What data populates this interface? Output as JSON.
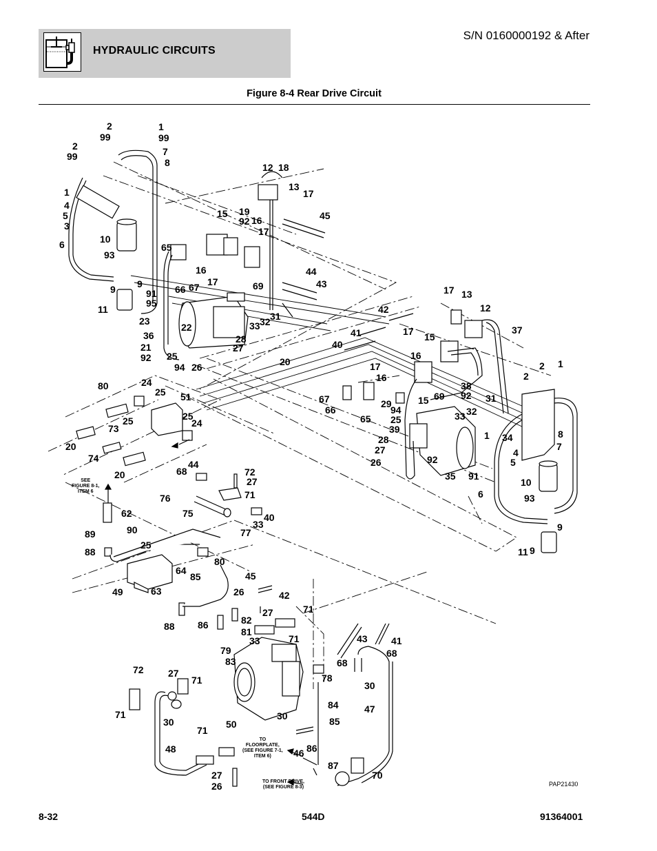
{
  "header": {
    "section_title": "HYDRAULIC CIRCUITS",
    "section_icon": "hydraulic-reservoir-pump-icon",
    "serial_note": "S/N 0160000192 & After",
    "band_color": "#cccccc"
  },
  "figure": {
    "title": "Figure 8-4 Rear Drive Circuit",
    "reference_code": "PAP21430"
  },
  "notes": {
    "see_fig_8_1": [
      "SEE",
      "FIGURE 8-1,",
      "ITEM 6"
    ],
    "to_floorplate": [
      "TO",
      "FLOORPLATE,",
      "(SEE FIGURE 7-1,",
      "ITEM 6)"
    ],
    "to_front_drive": [
      "TO FRONT DRIVE,",
      "(SEE FIGURE 8-3)"
    ]
  },
  "callouts": [
    {
      "label": "2",
      "group": "left-filter"
    },
    {
      "label": "99",
      "group": "left-filter"
    },
    {
      "label": "1",
      "group": "left-filter"
    },
    {
      "label": "99",
      "group": "left-filter"
    },
    {
      "label": "2",
      "group": "left-filter"
    },
    {
      "label": "99",
      "group": "left-filter"
    },
    {
      "label": "7",
      "group": "left-filter"
    },
    {
      "label": "8",
      "group": "left-filter"
    },
    {
      "label": "1",
      "group": "left-filter"
    },
    {
      "label": "4",
      "group": "left-filter"
    },
    {
      "label": "5",
      "group": "left-filter"
    },
    {
      "label": "3",
      "group": "left-filter"
    },
    {
      "label": "6",
      "group": "left-filter"
    },
    {
      "label": "10",
      "group": "left-filter"
    },
    {
      "label": "93",
      "group": "left-filter"
    },
    {
      "label": "9",
      "group": "left-filter"
    },
    {
      "label": "9",
      "group": "left-filter"
    },
    {
      "label": "11",
      "group": "left-filter"
    },
    {
      "label": "12",
      "group": "left-motor"
    },
    {
      "label": "18",
      "group": "left-motor"
    },
    {
      "label": "13",
      "group": "left-motor"
    },
    {
      "label": "17",
      "group": "left-motor"
    },
    {
      "label": "45",
      "group": "left-motor"
    },
    {
      "label": "15",
      "group": "left-motor"
    },
    {
      "label": "19",
      "group": "left-motor"
    },
    {
      "label": "92",
      "group": "left-motor"
    },
    {
      "label": "16",
      "group": "left-motor"
    },
    {
      "label": "17",
      "group": "left-motor"
    },
    {
      "label": "65",
      "group": "left-motor"
    },
    {
      "label": "16",
      "group": "left-motor"
    },
    {
      "label": "17",
      "group": "left-motor"
    },
    {
      "label": "66",
      "group": "left-motor"
    },
    {
      "label": "67",
      "group": "left-motor"
    },
    {
      "label": "69",
      "group": "left-motor"
    },
    {
      "label": "44",
      "group": "left-motor"
    },
    {
      "label": "43",
      "group": "left-motor"
    },
    {
      "label": "91",
      "group": "left-motor"
    },
    {
      "label": "95",
      "group": "left-motor"
    },
    {
      "label": "23",
      "group": "left-motor"
    },
    {
      "label": "22",
      "group": "left-motor"
    },
    {
      "label": "33",
      "group": "left-motor"
    },
    {
      "label": "32",
      "group": "left-motor"
    },
    {
      "label": "31",
      "group": "left-motor"
    },
    {
      "label": "36",
      "group": "left-motor"
    },
    {
      "label": "28",
      "group": "left-motor"
    },
    {
      "label": "27",
      "group": "left-motor"
    },
    {
      "label": "21",
      "group": "left-motor"
    },
    {
      "label": "92",
      "group": "left-motor"
    },
    {
      "label": "25",
      "group": "left-motor"
    },
    {
      "label": "94",
      "group": "left-motor"
    },
    {
      "label": "26",
      "group": "left-motor"
    },
    {
      "label": "20",
      "group": "left-motor"
    },
    {
      "label": "17",
      "group": "right-motor"
    },
    {
      "label": "13",
      "group": "right-motor"
    },
    {
      "label": "12",
      "group": "right-motor"
    },
    {
      "label": "42",
      "group": "right-motor"
    },
    {
      "label": "37",
      "group": "right-motor"
    },
    {
      "label": "41",
      "group": "right-motor"
    },
    {
      "label": "17",
      "group": "right-motor"
    },
    {
      "label": "15",
      "group": "right-motor"
    },
    {
      "label": "40",
      "group": "right-motor"
    },
    {
      "label": "16",
      "group": "right-motor"
    },
    {
      "label": "17",
      "group": "right-motor"
    },
    {
      "label": "16",
      "group": "right-motor"
    },
    {
      "label": "67",
      "group": "right-motor"
    },
    {
      "label": "66",
      "group": "right-motor"
    },
    {
      "label": "65",
      "group": "right-motor"
    },
    {
      "label": "15",
      "group": "right-motor"
    },
    {
      "label": "69",
      "group": "right-motor"
    },
    {
      "label": "38",
      "group": "right-motor"
    },
    {
      "label": "92",
      "group": "right-motor"
    },
    {
      "label": "31",
      "group": "right-motor"
    },
    {
      "label": "29",
      "group": "right-motor"
    },
    {
      "label": "94",
      "group": "right-motor"
    },
    {
      "label": "25",
      "group": "right-motor"
    },
    {
      "label": "33",
      "group": "right-motor"
    },
    {
      "label": "32",
      "group": "right-motor"
    },
    {
      "label": "39",
      "group": "right-motor"
    },
    {
      "label": "28",
      "group": "right-motor"
    },
    {
      "label": "27",
      "group": "right-motor"
    },
    {
      "label": "26",
      "group": "right-motor"
    },
    {
      "label": "92",
      "group": "right-motor"
    },
    {
      "label": "35",
      "group": "right-motor"
    },
    {
      "label": "91",
      "group": "right-motor"
    },
    {
      "label": "2",
      "group": "right-filter"
    },
    {
      "label": "1",
      "group": "right-filter"
    },
    {
      "label": "2",
      "group": "right-filter"
    },
    {
      "label": "1",
      "group": "right-filter"
    },
    {
      "label": "34",
      "group": "right-filter"
    },
    {
      "label": "8",
      "group": "right-filter"
    },
    {
      "label": "7",
      "group": "right-filter"
    },
    {
      "label": "4",
      "group": "right-filter"
    },
    {
      "label": "5",
      "group": "right-filter"
    },
    {
      "label": "10",
      "group": "right-filter"
    },
    {
      "label": "6",
      "group": "right-filter"
    },
    {
      "label": "93",
      "group": "right-filter"
    },
    {
      "label": "9",
      "group": "right-filter"
    },
    {
      "label": "9",
      "group": "right-filter"
    },
    {
      "label": "11",
      "group": "right-filter"
    },
    {
      "label": "80",
      "group": "valve"
    },
    {
      "label": "24",
      "group": "valve"
    },
    {
      "label": "25",
      "group": "valve"
    },
    {
      "label": "51",
      "group": "valve"
    },
    {
      "label": "25",
      "group": "valve"
    },
    {
      "label": "24",
      "group": "valve"
    },
    {
      "label": "73",
      "group": "valve"
    },
    {
      "label": "25",
      "group": "valve"
    },
    {
      "label": "20",
      "group": "valve"
    },
    {
      "label": "74",
      "group": "valve"
    },
    {
      "label": "20",
      "group": "valve"
    },
    {
      "label": "44",
      "group": "manifold"
    },
    {
      "label": "68",
      "group": "manifold"
    },
    {
      "label": "72",
      "group": "manifold"
    },
    {
      "label": "27",
      "group": "manifold"
    },
    {
      "label": "71",
      "group": "manifold"
    },
    {
      "label": "76",
      "group": "manifold"
    },
    {
      "label": "75",
      "group": "manifold"
    },
    {
      "label": "40",
      "group": "manifold"
    },
    {
      "label": "33",
      "group": "manifold"
    },
    {
      "label": "77",
      "group": "manifold"
    },
    {
      "label": "62",
      "group": "block"
    },
    {
      "label": "89",
      "group": "block"
    },
    {
      "label": "90",
      "group": "block"
    },
    {
      "label": "88",
      "group": "block"
    },
    {
      "label": "25",
      "group": "block"
    },
    {
      "label": "80",
      "group": "block"
    },
    {
      "label": "64",
      "group": "block"
    },
    {
      "label": "85",
      "group": "block"
    },
    {
      "label": "49",
      "group": "block"
    },
    {
      "label": "63",
      "group": "block"
    },
    {
      "label": "88",
      "group": "block"
    },
    {
      "label": "86",
      "group": "block"
    },
    {
      "label": "45",
      "group": "pump"
    },
    {
      "label": "42",
      "group": "pump"
    },
    {
      "label": "26",
      "group": "pump"
    },
    {
      "label": "71",
      "group": "pump"
    },
    {
      "label": "27",
      "group": "pump"
    },
    {
      "label": "82",
      "group": "pump"
    },
    {
      "label": "81",
      "group": "pump"
    },
    {
      "label": "71",
      "group": "pump"
    },
    {
      "label": "79",
      "group": "pump"
    },
    {
      "label": "33",
      "group": "pump"
    },
    {
      "label": "83",
      "group": "pump"
    },
    {
      "label": "43",
      "group": "pump"
    },
    {
      "label": "41",
      "group": "pump"
    },
    {
      "label": "68",
      "group": "pump"
    },
    {
      "label": "68",
      "group": "pump"
    },
    {
      "label": "78",
      "group": "pump"
    },
    {
      "label": "30",
      "group": "pump"
    },
    {
      "label": "84",
      "group": "pump"
    },
    {
      "label": "47",
      "group": "pump"
    },
    {
      "label": "50",
      "group": "pump"
    },
    {
      "label": "30",
      "group": "pump"
    },
    {
      "label": "85",
      "group": "pump"
    },
    {
      "label": "86",
      "group": "pump"
    },
    {
      "label": "46",
      "group": "pump"
    },
    {
      "label": "87",
      "group": "pump"
    },
    {
      "label": "70",
      "group": "pump"
    },
    {
      "label": "72",
      "group": "tube"
    },
    {
      "label": "27",
      "group": "tube"
    },
    {
      "label": "71",
      "group": "tube"
    },
    {
      "label": "71",
      "group": "tube"
    },
    {
      "label": "30",
      "group": "tube"
    },
    {
      "label": "71",
      "group": "tube"
    },
    {
      "label": "48",
      "group": "tube"
    },
    {
      "label": "27",
      "group": "tube"
    },
    {
      "label": "26",
      "group": "tube"
    }
  ],
  "footer": {
    "page_number": "8-32",
    "model": "544D",
    "doc_number": "91364001"
  }
}
